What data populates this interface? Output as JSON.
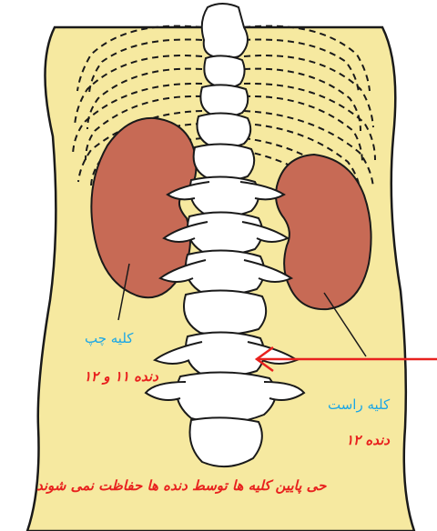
{
  "labels": {
    "left_kidney": "کلیه چپ",
    "left_ribs": "دنده ۱۱ و ۱۲",
    "right_kidney": "کلیه راست",
    "right_rib": "دنده ۱۲",
    "caption": "حی پایین کلیه ها توسط دنده ها حفاظت نمی شوند"
  },
  "colors": {
    "body": "#f6e9a0",
    "kidney": "#c76a55",
    "bone": "#ffffff",
    "outline": "#1a1a1a",
    "label_blue": "#1aa6e6",
    "label_red": "#e8211e"
  }
}
